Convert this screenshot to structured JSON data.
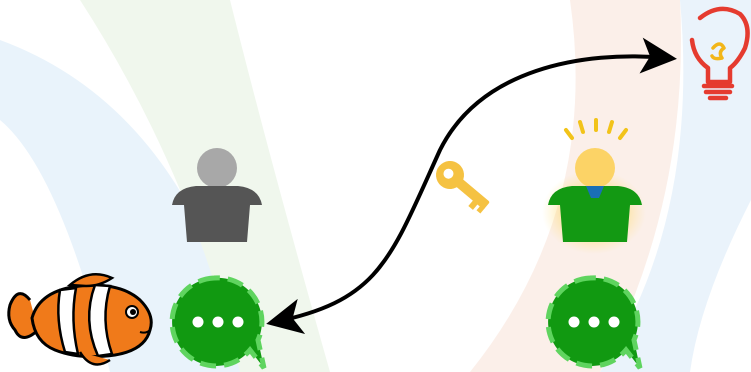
{
  "diagram": {
    "description_free": true,
    "nodes": [
      {
        "id": "clownfish",
        "icon": "clownfish-icon"
      },
      {
        "id": "chat-left",
        "icon": "chat-bubble-icon",
        "color": "#119911"
      },
      {
        "id": "user-neutral",
        "icon": "user-icon",
        "color": "#555555"
      },
      {
        "id": "key",
        "icon": "key-icon",
        "color": "#f5c242"
      },
      {
        "id": "user-enlightened",
        "icon": "user-idea-icon",
        "color": "#139913"
      },
      {
        "id": "chat-right",
        "icon": "chat-bubble-icon",
        "color": "#119911"
      },
      {
        "id": "lightbulb",
        "icon": "lightbulb-icon",
        "color": "#e53b2f"
      }
    ],
    "edges": [
      {
        "from": "chat-left",
        "to": "lightbulb",
        "style": "double-arrow",
        "color": "#000000"
      }
    ],
    "background_bands": [
      "#e9f3fb",
      "#eef6ea",
      "#fbeee8"
    ]
  }
}
